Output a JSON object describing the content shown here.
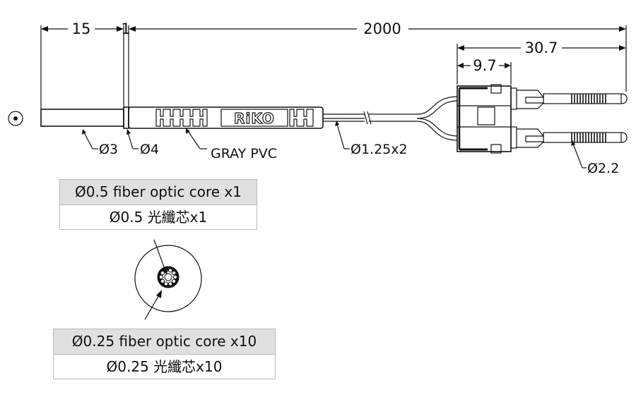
{
  "dimensions": {
    "tip_length": "15",
    "collar_length": "1",
    "cable_length": "2000",
    "connector_length": "30.7",
    "connector_body": "9.7"
  },
  "callouts": {
    "tip_diameter": "Ø3",
    "collar_diameter": "Ø4",
    "sheath": "GRAY PVC",
    "cable_diameter": "Ø1.25x2",
    "pin_diameter": "Ø2.2"
  },
  "brand_logo": "RiKO",
  "cores": {
    "outer": {
      "en": "Ø0.5 fiber optic core x1",
      "zh": "Ø0.5 光纖芯x1"
    },
    "inner": {
      "en": "Ø0.25 fiber optic core x10",
      "zh": "Ø0.25 光纖芯x10"
    }
  }
}
